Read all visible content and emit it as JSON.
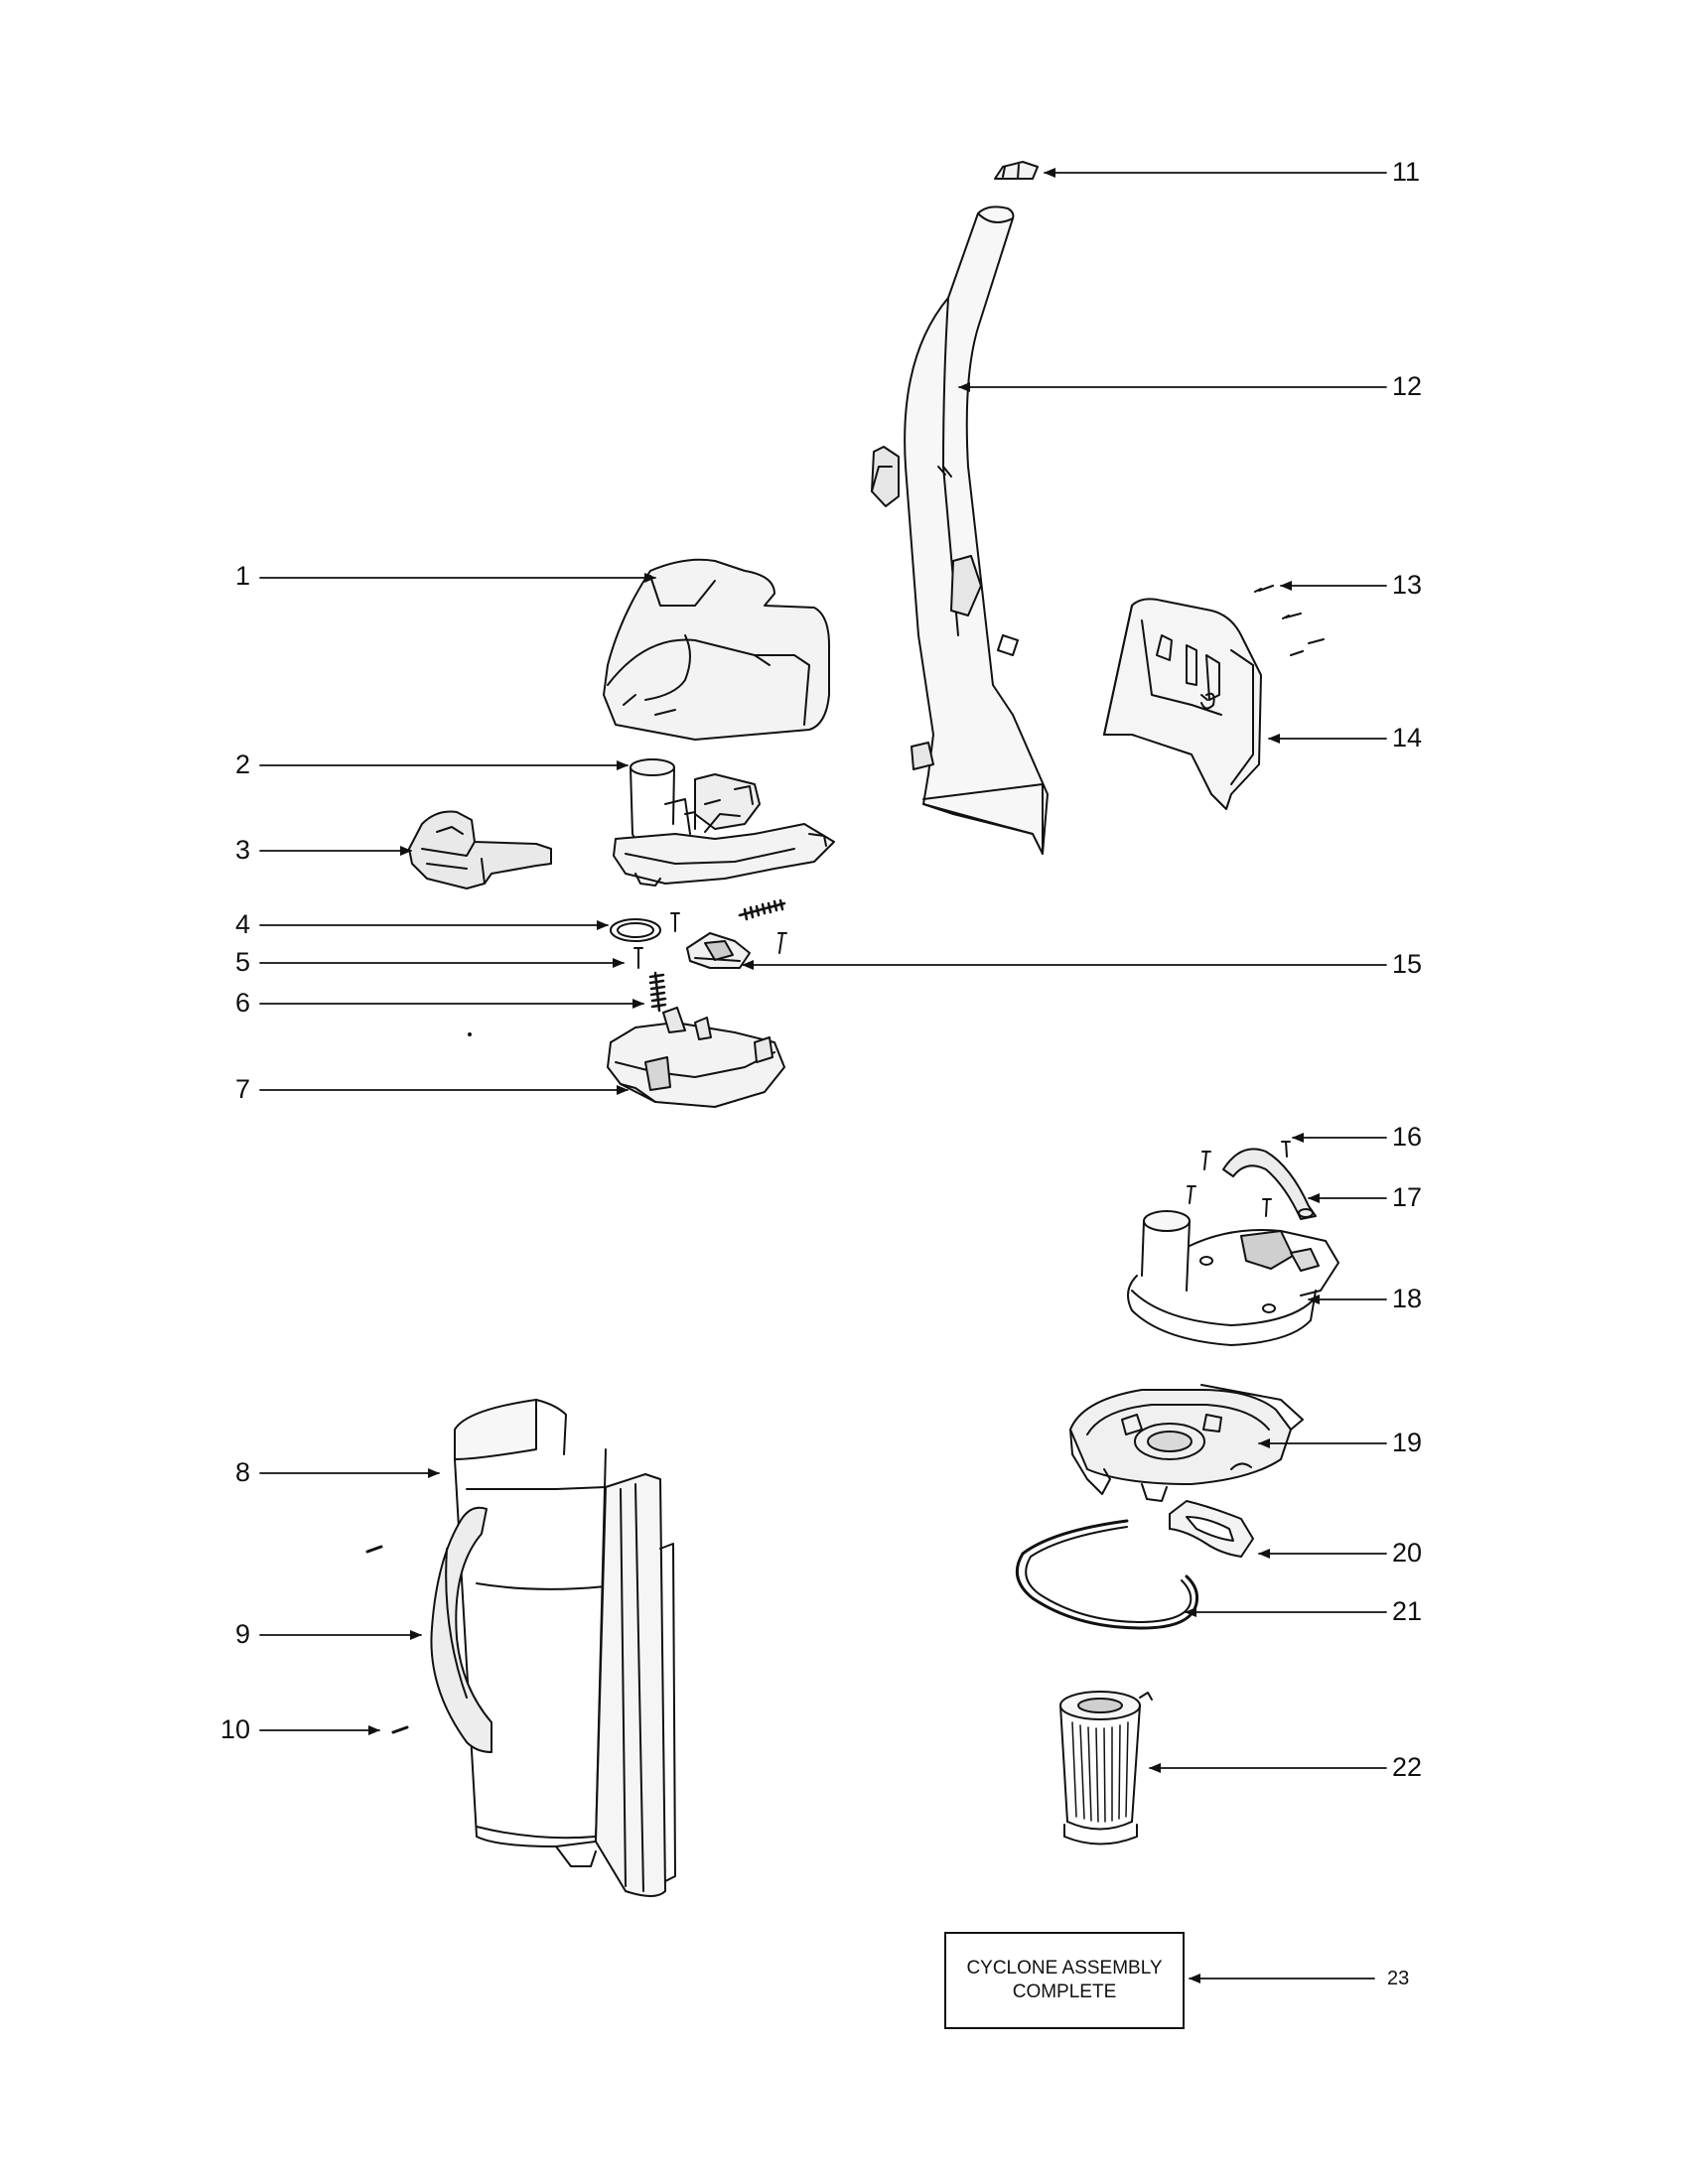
{
  "callouts": {
    "c1": "1",
    "c2": "2",
    "c3": "3",
    "c4": "4",
    "c5": "5",
    "c6": "6",
    "c7": "7",
    "c8": "8",
    "c9": "9",
    "c10": "10",
    "c11": "11",
    "c12": "12",
    "c13": "13",
    "c14": "14",
    "c15": "15",
    "c16": "16",
    "c17": "17",
    "c18": "18",
    "c19": "19",
    "c20": "20",
    "c21": "21",
    "c22": "22",
    "c23": "23"
  },
  "assembly_box": {
    "line1": "CYCLONE ASSEMBLY",
    "line2": "COMPLETE"
  }
}
